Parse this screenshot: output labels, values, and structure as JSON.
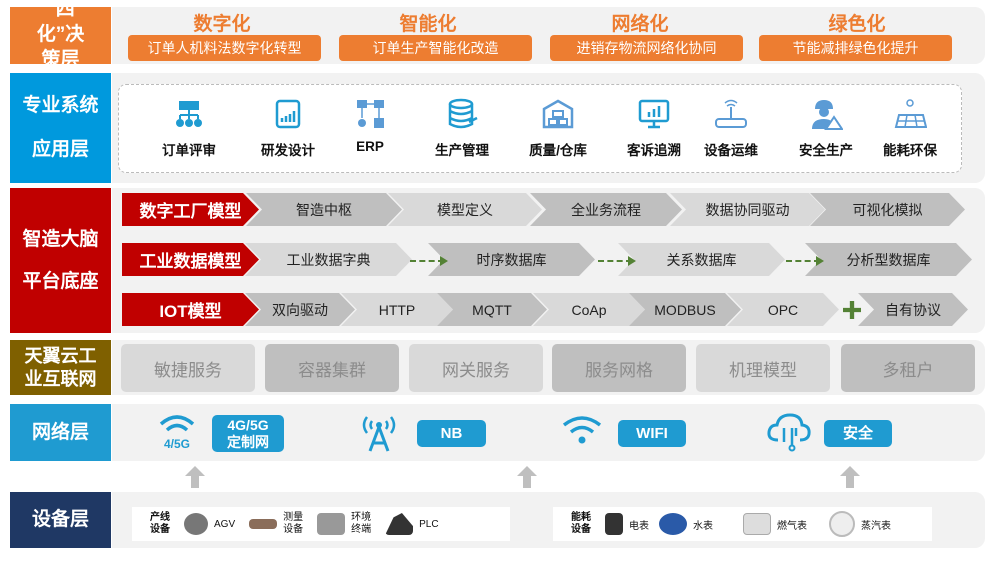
{
  "layers": {
    "decision": "“四化”决策层",
    "decision_lines": [
      "“四化”",
      "决策层"
    ],
    "apps": [
      "专业系统",
      "应用层"
    ],
    "brain": [
      "智造大脑",
      "平台底座"
    ],
    "cloud": [
      "天翼云工",
      "业互联网"
    ],
    "network": "网络层",
    "device": "设备层"
  },
  "four": [
    {
      "title": "数字化",
      "desc": "订单人机料法数字化转型"
    },
    {
      "title": "智能化",
      "desc": "订单生产智能化改造"
    },
    {
      "title": "网络化",
      "desc": "进销存物流网络化协同"
    },
    {
      "title": "绿色化",
      "desc": "节能减排绿色化提升"
    }
  ],
  "apps": [
    {
      "label": "订单评审",
      "icon": "org-chart-icon"
    },
    {
      "label": "研发设计",
      "icon": "report-chart-icon"
    },
    {
      "label": "ERP",
      "icon": "erp-flow-icon"
    },
    {
      "label": "生产管理",
      "icon": "database-icon"
    },
    {
      "label": "质量/仓库",
      "icon": "warehouse-icon"
    },
    {
      "label": "客诉追溯",
      "icon": "monitor-chart-icon"
    },
    {
      "label": "设备运维",
      "icon": "router-icon"
    },
    {
      "label": "安全生产",
      "icon": "worker-warning-icon"
    },
    {
      "label": "能耗环保",
      "icon": "solar-panel-icon"
    }
  ],
  "models": [
    {
      "name": "数字工厂模型",
      "items": [
        "智造中枢",
        "模型定义",
        "全业务流程",
        "数据协同驱动",
        "可视化模拟"
      ]
    },
    {
      "name": "工业数据模型",
      "items": [
        "工业数据字典",
        "时序数据库",
        "关系数据库",
        "分析型数据库"
      ]
    },
    {
      "name": "IOT模型",
      "items": [
        "双向驱动",
        "HTTP",
        "MQTT",
        "CoAp",
        "MODBUS",
        "OPC",
        "自有协议"
      ]
    }
  ],
  "services": [
    "敏捷服务",
    "容器集群",
    "网关服务",
    "服务网格",
    "机理模型",
    "多租户"
  ],
  "network": [
    {
      "icon_label": "4/5G",
      "badge": [
        "4G/5G",
        "定制网"
      ]
    },
    {
      "badge": [
        "NB"
      ]
    },
    {
      "badge": [
        "WIFI"
      ]
    },
    {
      "badge": [
        "安全"
      ]
    }
  ],
  "devices": {
    "line_label": [
      "产线",
      "设备"
    ],
    "line": [
      "AGV",
      [
        "测量",
        "设备"
      ],
      [
        "环境",
        "终端"
      ],
      "PLC"
    ],
    "energy_label": [
      "能耗",
      "设备"
    ],
    "energy": [
      "电表",
      "水表",
      "燃气表",
      "蒸汽表"
    ]
  },
  "colors": {
    "orange": "#ED7D31",
    "blue": "#0099DD",
    "red": "#C00000",
    "olive": "#7F6000",
    "net": "#1F9BD1",
    "navy": "#1F3864"
  }
}
